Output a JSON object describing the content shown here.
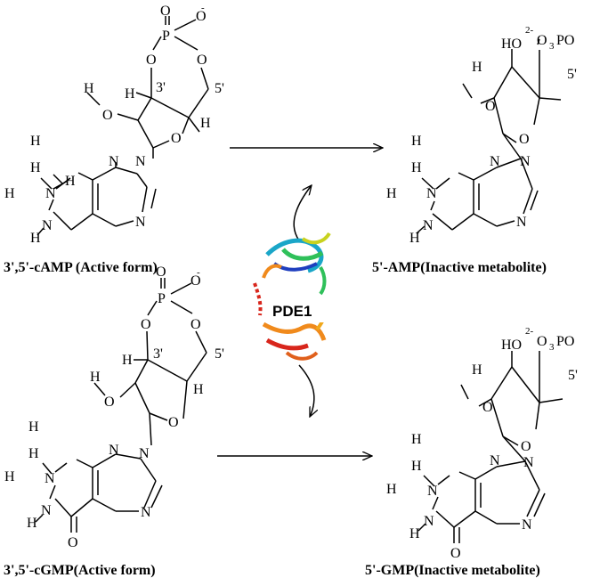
{
  "enzyme": {
    "label": "PDE1"
  },
  "structures": {
    "camp": {
      "caption": "3',5'-cAMP (Active form)",
      "atoms": {
        "O": "O",
        "P": "P",
        "minus": "-",
        "H": "H",
        "N": "N",
        "pos3": "3'",
        "pos5": "5'"
      }
    },
    "amp": {
      "caption": "5'-AMP(Inactive metabolite)",
      "atoms": {
        "O": "O",
        "H": "H",
        "N": "N",
        "HO": "HO",
        "charge": "2-",
        "o3": "O",
        "three": "3",
        "po": "PO",
        "pos5": "5'"
      }
    },
    "cgmp": {
      "caption": "3',5'-cGMP(Active form)",
      "atoms": {
        "O": "O",
        "P": "P",
        "minus": "-",
        "H": "H",
        "N": "N",
        "pos3": "3'",
        "pos5": "5'"
      }
    },
    "gmp": {
      "caption": "5'-GMP(Inactive metabolite)",
      "atoms": {
        "O": "O",
        "H": "H",
        "N": "N",
        "HO": "HO",
        "charge": "2-",
        "o3": "O",
        "three": "3",
        "po": "PO",
        "pos5": "5'"
      }
    }
  },
  "colors": {
    "ink": "#000000",
    "protein": [
      "#1f3fbf",
      "#1aa6c8",
      "#2fc05a",
      "#c8d21f",
      "#f08a1c",
      "#d8261c"
    ]
  }
}
